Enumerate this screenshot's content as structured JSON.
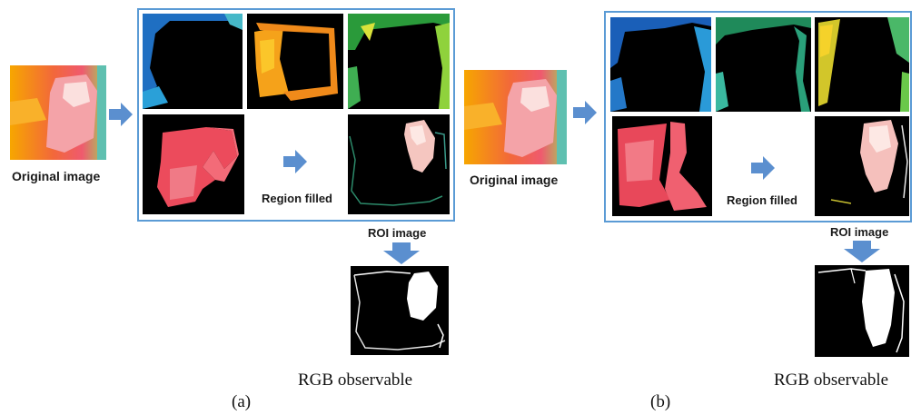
{
  "panels": [
    {
      "original_label": "Original image",
      "filled_label": "Region filled",
      "roi_label": "ROI image",
      "rgb_label": "RGB observable",
      "caption": "(a)"
    },
    {
      "original_label": "Original image",
      "filled_label": "Region filled",
      "roi_label": "ROI image",
      "rgb_label": "RGB observable",
      "caption": "(b)"
    }
  ],
  "colors": {
    "frame_border": "#5b9bd5",
    "arrow_fill": "#5b8fcf"
  }
}
